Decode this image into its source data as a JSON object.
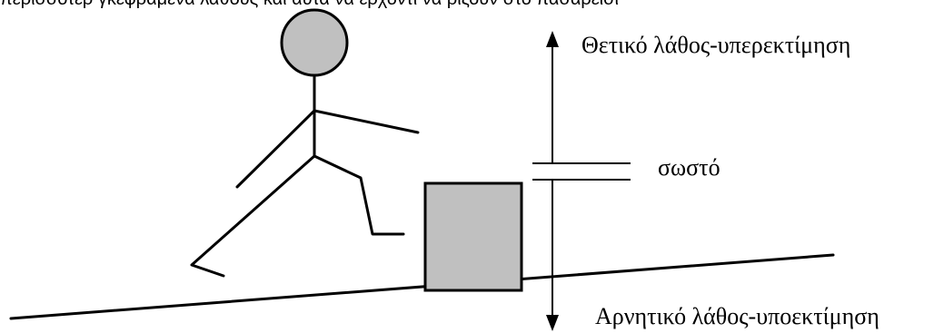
{
  "top_text": "περισσότερ γκεφραμένα λάθους και αυτά να έρχοντι να ρίξουν στο πασαρείσι",
  "labels": {
    "positive_error": "Θετικό λάθος-υπερεκτίμηση",
    "correct": "σωστό",
    "negative_error": "Αρνητικό λάθος-υποεκτίμηση"
  },
  "colors": {
    "stroke": "#000000",
    "fill_gray": "#c0c0c0",
    "background": "#ffffff"
  }
}
